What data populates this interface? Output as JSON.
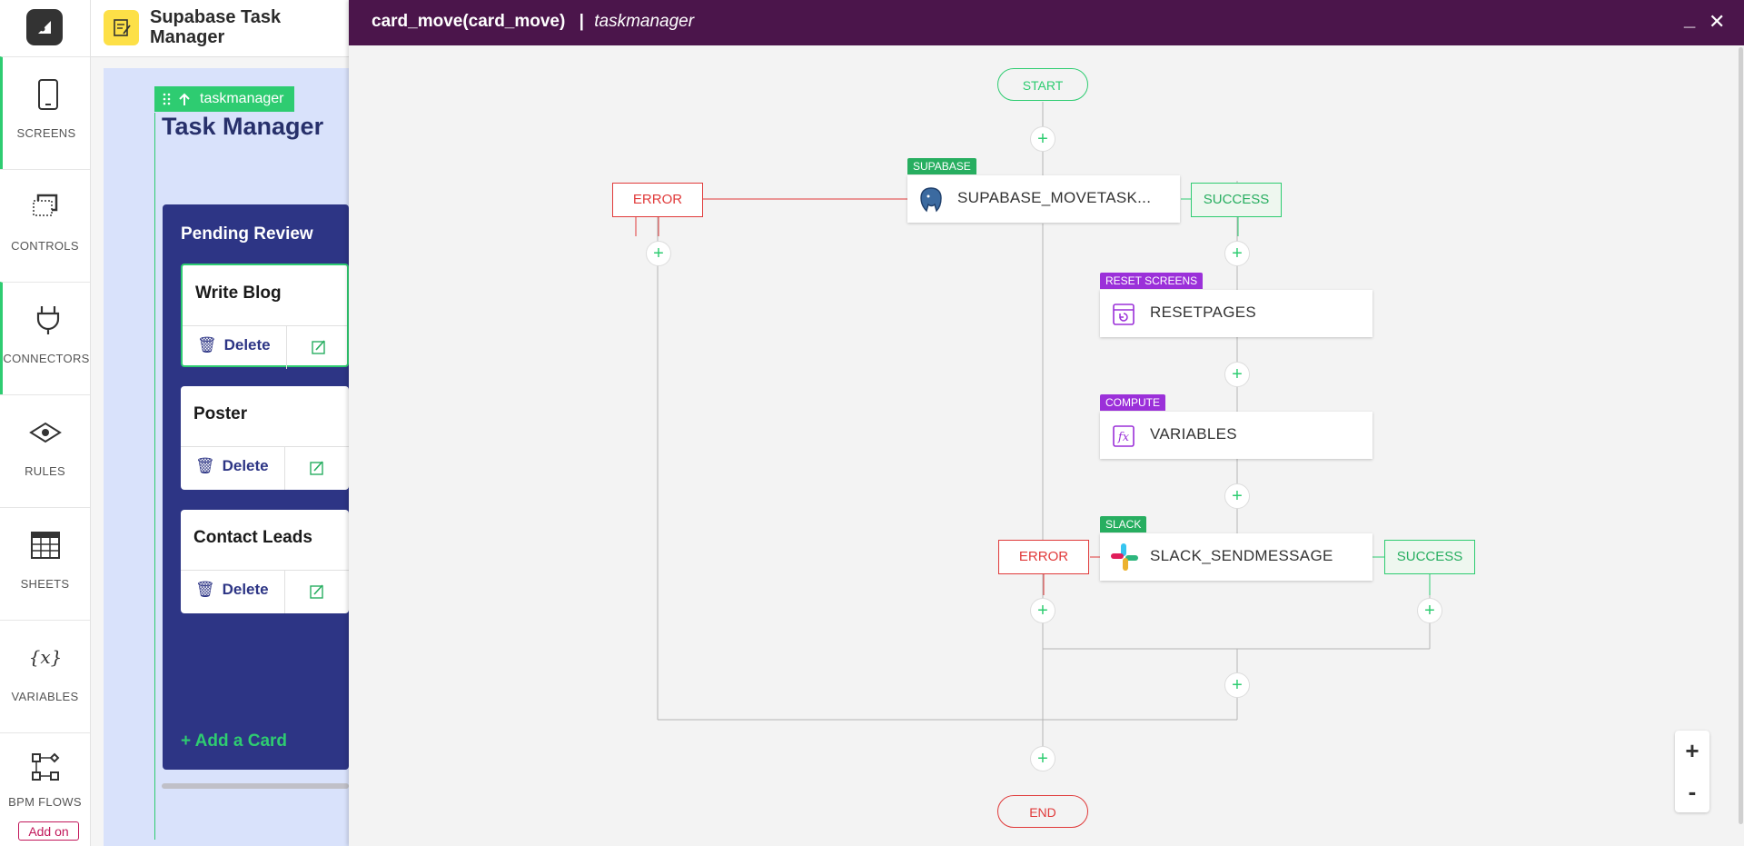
{
  "sidebar": {
    "items": [
      {
        "label": "SCREENS",
        "icon": "tablet-icon"
      },
      {
        "label": "CONTROLS",
        "icon": "controls-icon"
      },
      {
        "label": "CONNECTORS",
        "icon": "plug-icon"
      },
      {
        "label": "RULES",
        "icon": "eye-icon"
      },
      {
        "label": "SHEETS",
        "icon": "table-icon"
      },
      {
        "label": "VARIABLES",
        "icon": "variable-icon"
      },
      {
        "label": "BPM FLOWS",
        "icon": "flow-icon"
      }
    ],
    "addon_label": "Add on"
  },
  "app": {
    "title": "Supabase Task Manager",
    "screen_badge": "taskmanager",
    "screen_title": "Task Manager"
  },
  "board": {
    "title": "Pending Review",
    "cards": [
      {
        "title": "Write Blog",
        "delete_label": "Delete"
      },
      {
        "title": "Poster",
        "delete_label": "Delete"
      },
      {
        "title": "Contact Leads",
        "delete_label": "Delete"
      }
    ],
    "add_card_label": "Add a Card"
  },
  "panel": {
    "title": "card_move(card_move)",
    "separator": "|",
    "subtitle": "taskmanager",
    "minimize": "_",
    "close": "✕"
  },
  "flow": {
    "start": "START",
    "end": "END",
    "nodes": [
      {
        "tag": "SUPABASE",
        "label": "SUPABASE_MOVETASK...",
        "tag_color": "#27ae60"
      },
      {
        "tag": "RESET SCREENS",
        "label": "RESETPAGES",
        "tag_color": "#9b30d9"
      },
      {
        "tag": "COMPUTE",
        "label": "VARIABLES",
        "tag_color": "#9b30d9"
      },
      {
        "tag": "SLACK",
        "label": "SLACK_SENDMESSAGE",
        "tag_color": "#27ae60"
      }
    ],
    "error_label": "ERROR",
    "success_label": "SUCCESS"
  },
  "zoom": {
    "in": "+",
    "out": "-"
  },
  "colors": {
    "header": "#4b154b",
    "accent": "#2ecc71",
    "error": "#e03a3a"
  }
}
